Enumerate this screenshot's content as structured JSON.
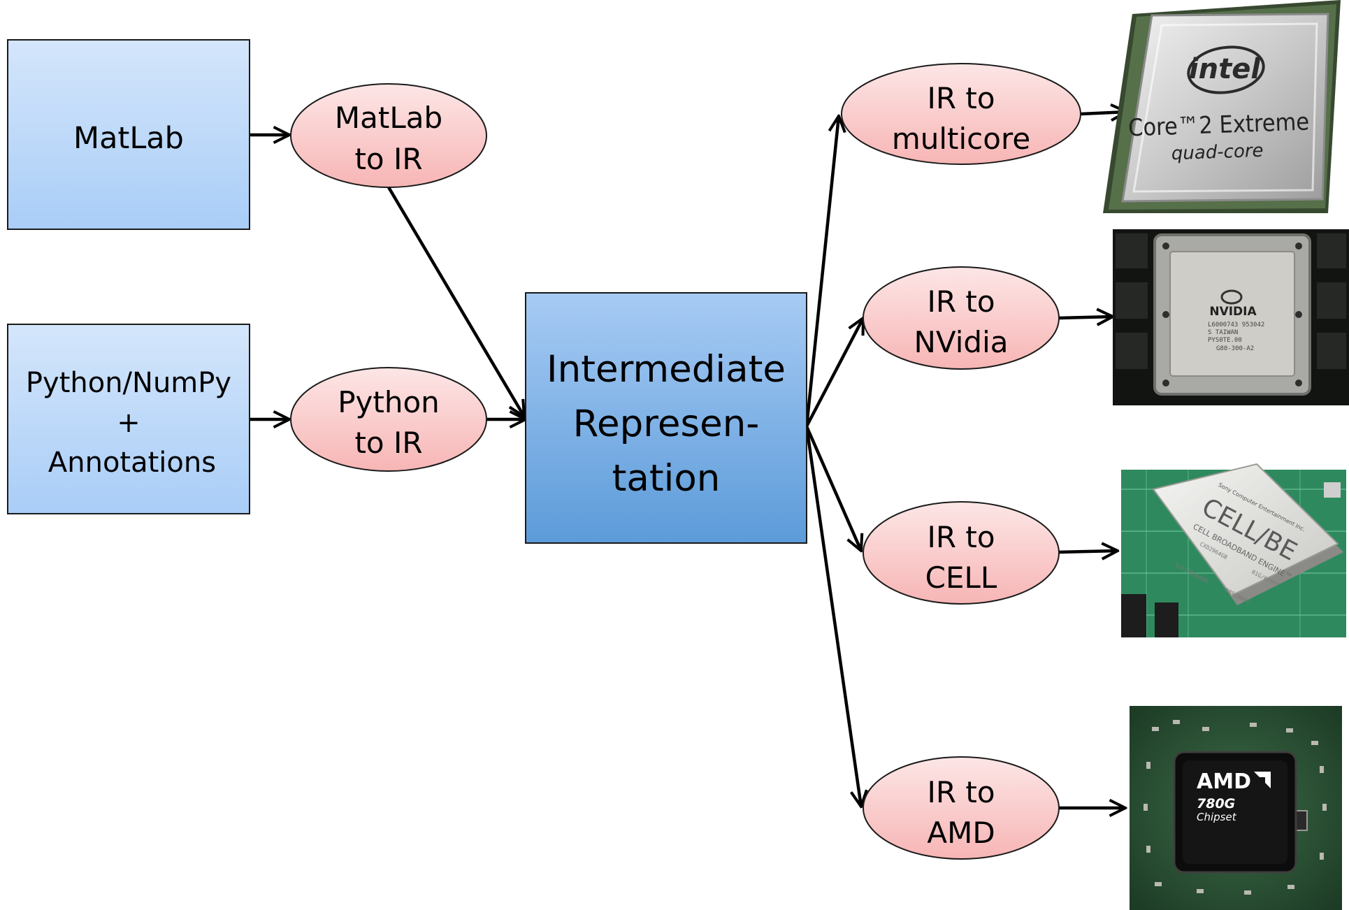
{
  "sources": [
    {
      "id": "matlab",
      "lines": [
        "MatLab"
      ]
    },
    {
      "id": "python",
      "lines": [
        "Python/NumPy",
        "+",
        "Annotations"
      ]
    }
  ],
  "frontends": [
    {
      "id": "matlab_to_ir",
      "lines": [
        "MatLab",
        "to IR"
      ]
    },
    {
      "id": "python_to_ir",
      "lines": [
        "Python",
        "to IR"
      ]
    }
  ],
  "ir": {
    "lines": [
      "Intermediate",
      "Represen-",
      "tation"
    ]
  },
  "backends": [
    {
      "id": "ir_multicore",
      "lines": [
        "IR to",
        "multicore"
      ]
    },
    {
      "id": "ir_nvidia",
      "lines": [
        "IR to",
        "NVidia"
      ]
    },
    {
      "id": "ir_cell",
      "lines": [
        "IR to",
        "CELL"
      ]
    },
    {
      "id": "ir_amd",
      "lines": [
        "IR to",
        "AMD"
      ]
    }
  ],
  "chips": {
    "intel": {
      "brand": "intel",
      "product": "Core™2 Extreme",
      "sub": "quad-core"
    },
    "nvidia": {
      "brand": "NVIDIA",
      "codes": [
        "L6000743 953042",
        "S TAIWAN",
        "PYS0TE.00",
        "G80-300-A2"
      ]
    },
    "cell": {
      "maker": "Sony Computer Entertainment Inc.",
      "brand": "CELL/BE",
      "sub": "CELL BROADBAND ENGINE™",
      "codes": [
        "CXD2964GB",
        "01G/B79TC",
        "3LFJ7000006",
        "0891900Y"
      ]
    },
    "amd": {
      "brand": "AMD",
      "model": "780G",
      "sub": "Chipset"
    }
  },
  "colors": {
    "box_top": "#d4e6fb",
    "box_bottom": "#a9cdf7",
    "ir_top": "#a7cbf4",
    "ir_bottom": "#5c9bd9",
    "oval_top": "#fde6e6",
    "oval_bottom": "#f7b5b5",
    "outline": "#1a1a1a"
  }
}
